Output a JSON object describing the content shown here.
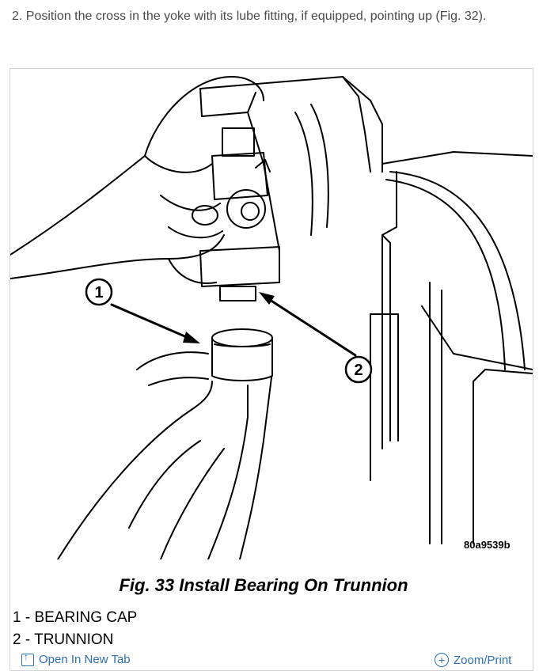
{
  "step": {
    "text": "2. Position the cross in the yoke with its lube fitting, if equipped, pointing up (Fig. 32)."
  },
  "figure": {
    "code": "80a9539b",
    "caption": "Fig. 33 Install Bearing On Trunnion",
    "callouts": [
      "1",
      "2"
    ],
    "legend": [
      {
        "text": "1 - BEARING CAP"
      },
      {
        "text": "2 - TRUNNION"
      }
    ]
  },
  "actions": {
    "open_new_tab": "Open In New Tab",
    "zoom_print": "Zoom/Print"
  },
  "icons": {
    "open": "external-link-icon",
    "zoom": "zoom-plus-icon"
  },
  "colors": {
    "link": "#2d6fb3",
    "text": "#4a4a4a",
    "frame_border": "#d2d2d2"
  }
}
